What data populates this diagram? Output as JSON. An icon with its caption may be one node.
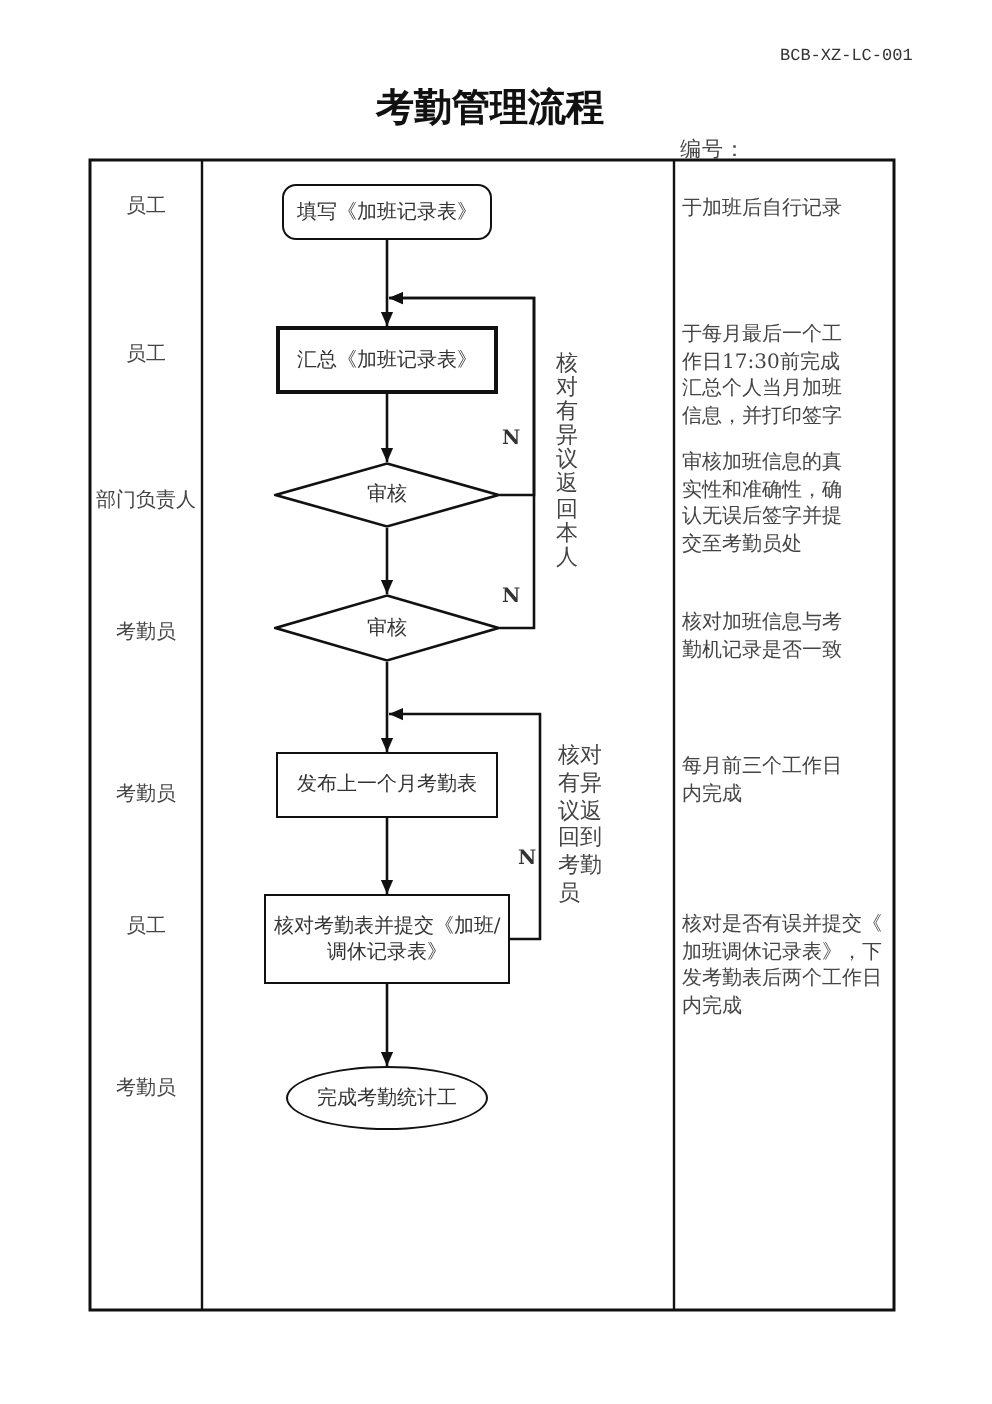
{
  "diagram": {
    "title": "考勤管理流程",
    "nodes": [
      {
        "text": [
          "填写《加班记录表》"
        ]
      },
      {
        "text": [
          "汇总《加班记录表》"
        ]
      },
      {
        "text": [
          "审核"
        ]
      },
      {
        "text": [
          "审核"
        ]
      },
      {
        "text": [
          "发布上一个月考勤表"
        ]
      },
      {
        "text": [
          "核对考勤表并提交《加班/调休记录表》"
        ]
      },
      {
        "text": [
          "完成考勤统计工"
        ]
      }
    ],
    "edges": [
      {
        "from": 0,
        "to": 1,
        "arrow": "to"
      },
      {
        "from": 1,
        "to": 2,
        "arrow": "to"
      },
      {
        "from": 2,
        "to": 3,
        "arrow": "to"
      },
      {
        "from": 2,
        "to": 1,
        "arrow": "to",
        "label": "N"
      },
      {
        "from": 3,
        "to": 1,
        "arrow": "to",
        "label": "N"
      },
      {
        "from": 3,
        "to": 4,
        "arrow": "to"
      },
      {
        "from": 4,
        "to": 5,
        "arrow": "to"
      },
      {
        "from": 5,
        "to": 4,
        "arrow": "to",
        "label": "N"
      },
      {
        "from": 5,
        "to": 6,
        "arrow": "to"
      }
    ],
    "labels": [
      "BCB-XZ-LC-001",
      "编号：",
      "员工",
      "于加班后自行记录",
      "员工",
      "于每月最后一个工作日17:30前完成汇总个人当月加班信息，并打印签字",
      "核对有异议返回本人",
      "部门负责人",
      "审核加班信息的真实性和准确性，确认无误后签字并提交至考勤员处",
      "考勤员",
      "核对加班信息与考勤机记录是否一致",
      "考勤员",
      "核对有异议返回到考勤员",
      "每月前三个工作日内完成",
      "员工",
      "核对是否有误并提交《加班调休记录表》，下发考勤表后两个工作日内完成",
      "考勤员"
    ]
  }
}
